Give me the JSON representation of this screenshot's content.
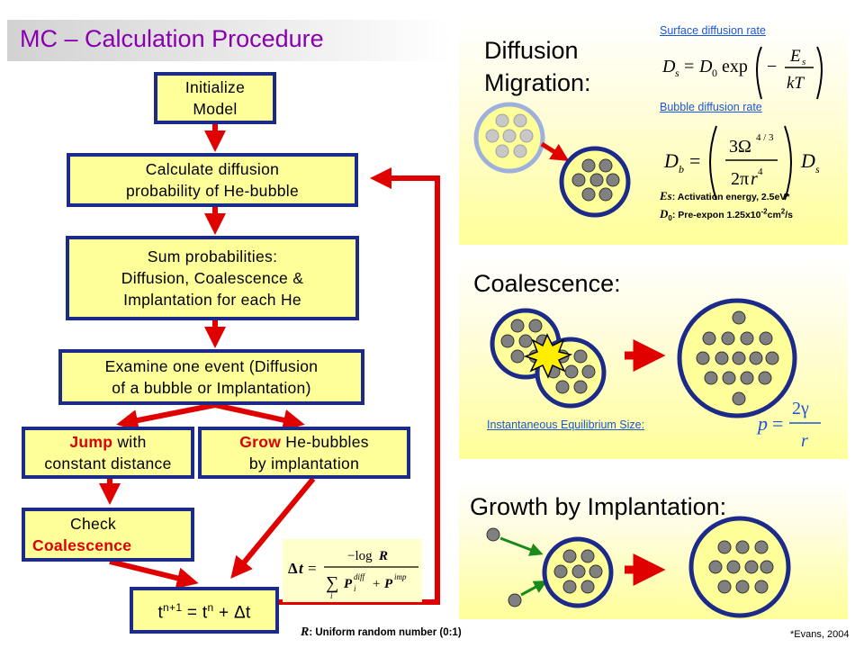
{
  "title": "MC – Calculation Procedure",
  "flow": {
    "init": [
      "Initialize",
      "Model"
    ],
    "calc": [
      "Calculate diffusion",
      "probability of He-bubble"
    ],
    "sum": [
      "Sum probabilities:",
      "Diffusion, Coalescence &",
      "Implantation for each He"
    ],
    "examine": [
      "Examine one event (Diffusion",
      "of a bubble or Implantation)"
    ],
    "jump_red": "Jump",
    "jump_rest": " with",
    "jump_line2": "constant distance",
    "grow_red": "Grow",
    "grow_rest": " He-bubbles",
    "grow_line2": "by implantation",
    "check_line1": "Check",
    "check_line2": "Coalescence",
    "time_t": "t",
    "time_sup1": "n+1",
    "time_eq": " = t",
    "time_sup2": "n",
    "time_plus": " + ",
    "time_delta": "Δt"
  },
  "random_note": {
    "symbol": "R",
    "text": ": Uniform random number (0:1)"
  },
  "citation": "*Evans, 2004",
  "diffusion": {
    "title_line1": "Diffusion",
    "title_line2": "Migration:",
    "surface_label": "Surface diffusion rate",
    "bubble_label": "Bubble diffusion rate",
    "es_symbol": "Es",
    "es_text": ": Activation  energy,  2.5eV*",
    "d0_symbol": "D",
    "d0_sub": "0",
    "d0_text": ": Pre-expon  1.25x10",
    "d0_exp": "-2",
    "d0_unit": "cm",
    "d0_unit_exp": "2",
    "d0_unit_tail": "/s"
  },
  "coalescence": {
    "title": "Coalescence:",
    "equilibrium_label": "Instantaneous Equilibrium Size:"
  },
  "growth": {
    "title": "Growth by Implantation:"
  },
  "colors": {
    "box_fill": "#ffff99",
    "box_border": "#1c2a8a",
    "arrow_red": "#e00000",
    "title_purple": "#8a00b0",
    "link_blue": "#1a56d6",
    "bubble_border": "#1c2a8a",
    "atom_gray": "#808080",
    "implant_arrow": "#1a8a1a"
  }
}
